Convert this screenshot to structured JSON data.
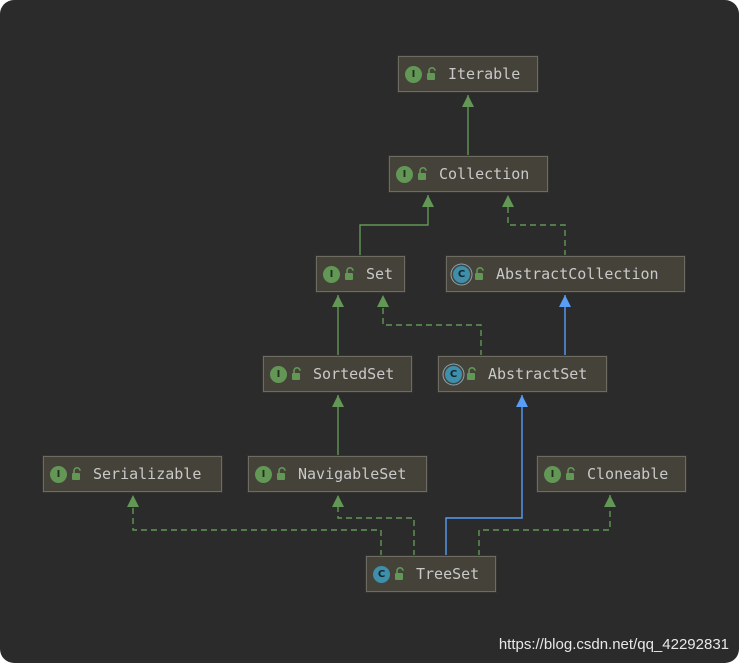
{
  "colors": {
    "background": "#2b2b2b",
    "node_fill": "#45423a",
    "node_border": "#6e6b63",
    "extends_interface": "#629755",
    "extends_class": "#589df6",
    "implements": "#629755"
  },
  "nodes": {
    "iterable": {
      "label": "Iterable",
      "kind": "interface",
      "badge": "I"
    },
    "collection": {
      "label": "Collection",
      "kind": "interface",
      "badge": "I"
    },
    "set": {
      "label": "Set",
      "kind": "interface",
      "badge": "I"
    },
    "abstract_collection": {
      "label": "AbstractCollection",
      "kind": "abstract",
      "badge": "C"
    },
    "sorted_set": {
      "label": "SortedSet",
      "kind": "interface",
      "badge": "I"
    },
    "abstract_set": {
      "label": "AbstractSet",
      "kind": "abstract",
      "badge": "C"
    },
    "serializable": {
      "label": "Serializable",
      "kind": "interface",
      "badge": "I"
    },
    "navigable_set": {
      "label": "NavigableSet",
      "kind": "interface",
      "badge": "I"
    },
    "cloneable": {
      "label": "Cloneable",
      "kind": "interface",
      "badge": "I"
    },
    "tree_set": {
      "label": "TreeSet",
      "kind": "class",
      "badge": "C"
    }
  },
  "relations": [
    {
      "from": "collection",
      "to": "iterable",
      "type": "extends",
      "style": "solid",
      "color": "#629755"
    },
    {
      "from": "set",
      "to": "collection",
      "type": "extends",
      "style": "solid",
      "color": "#629755"
    },
    {
      "from": "abstract_collection",
      "to": "collection",
      "type": "implements",
      "style": "dashed",
      "color": "#629755"
    },
    {
      "from": "sorted_set",
      "to": "set",
      "type": "extends",
      "style": "solid",
      "color": "#629755"
    },
    {
      "from": "abstract_set",
      "to": "set",
      "type": "implements",
      "style": "dashed",
      "color": "#629755"
    },
    {
      "from": "abstract_set",
      "to": "abstract_collection",
      "type": "extends",
      "style": "solid",
      "color": "#589df6"
    },
    {
      "from": "navigable_set",
      "to": "sorted_set",
      "type": "extends",
      "style": "solid",
      "color": "#629755"
    },
    {
      "from": "tree_set",
      "to": "serializable",
      "type": "implements",
      "style": "dashed",
      "color": "#629755"
    },
    {
      "from": "tree_set",
      "to": "navigable_set",
      "type": "implements",
      "style": "dashed",
      "color": "#629755"
    },
    {
      "from": "tree_set",
      "to": "abstract_set",
      "type": "extends",
      "style": "solid",
      "color": "#589df6"
    },
    {
      "from": "tree_set",
      "to": "cloneable",
      "type": "implements",
      "style": "dashed",
      "color": "#629755"
    }
  ],
  "watermark": "https://blog.csdn.net/qq_42292831"
}
